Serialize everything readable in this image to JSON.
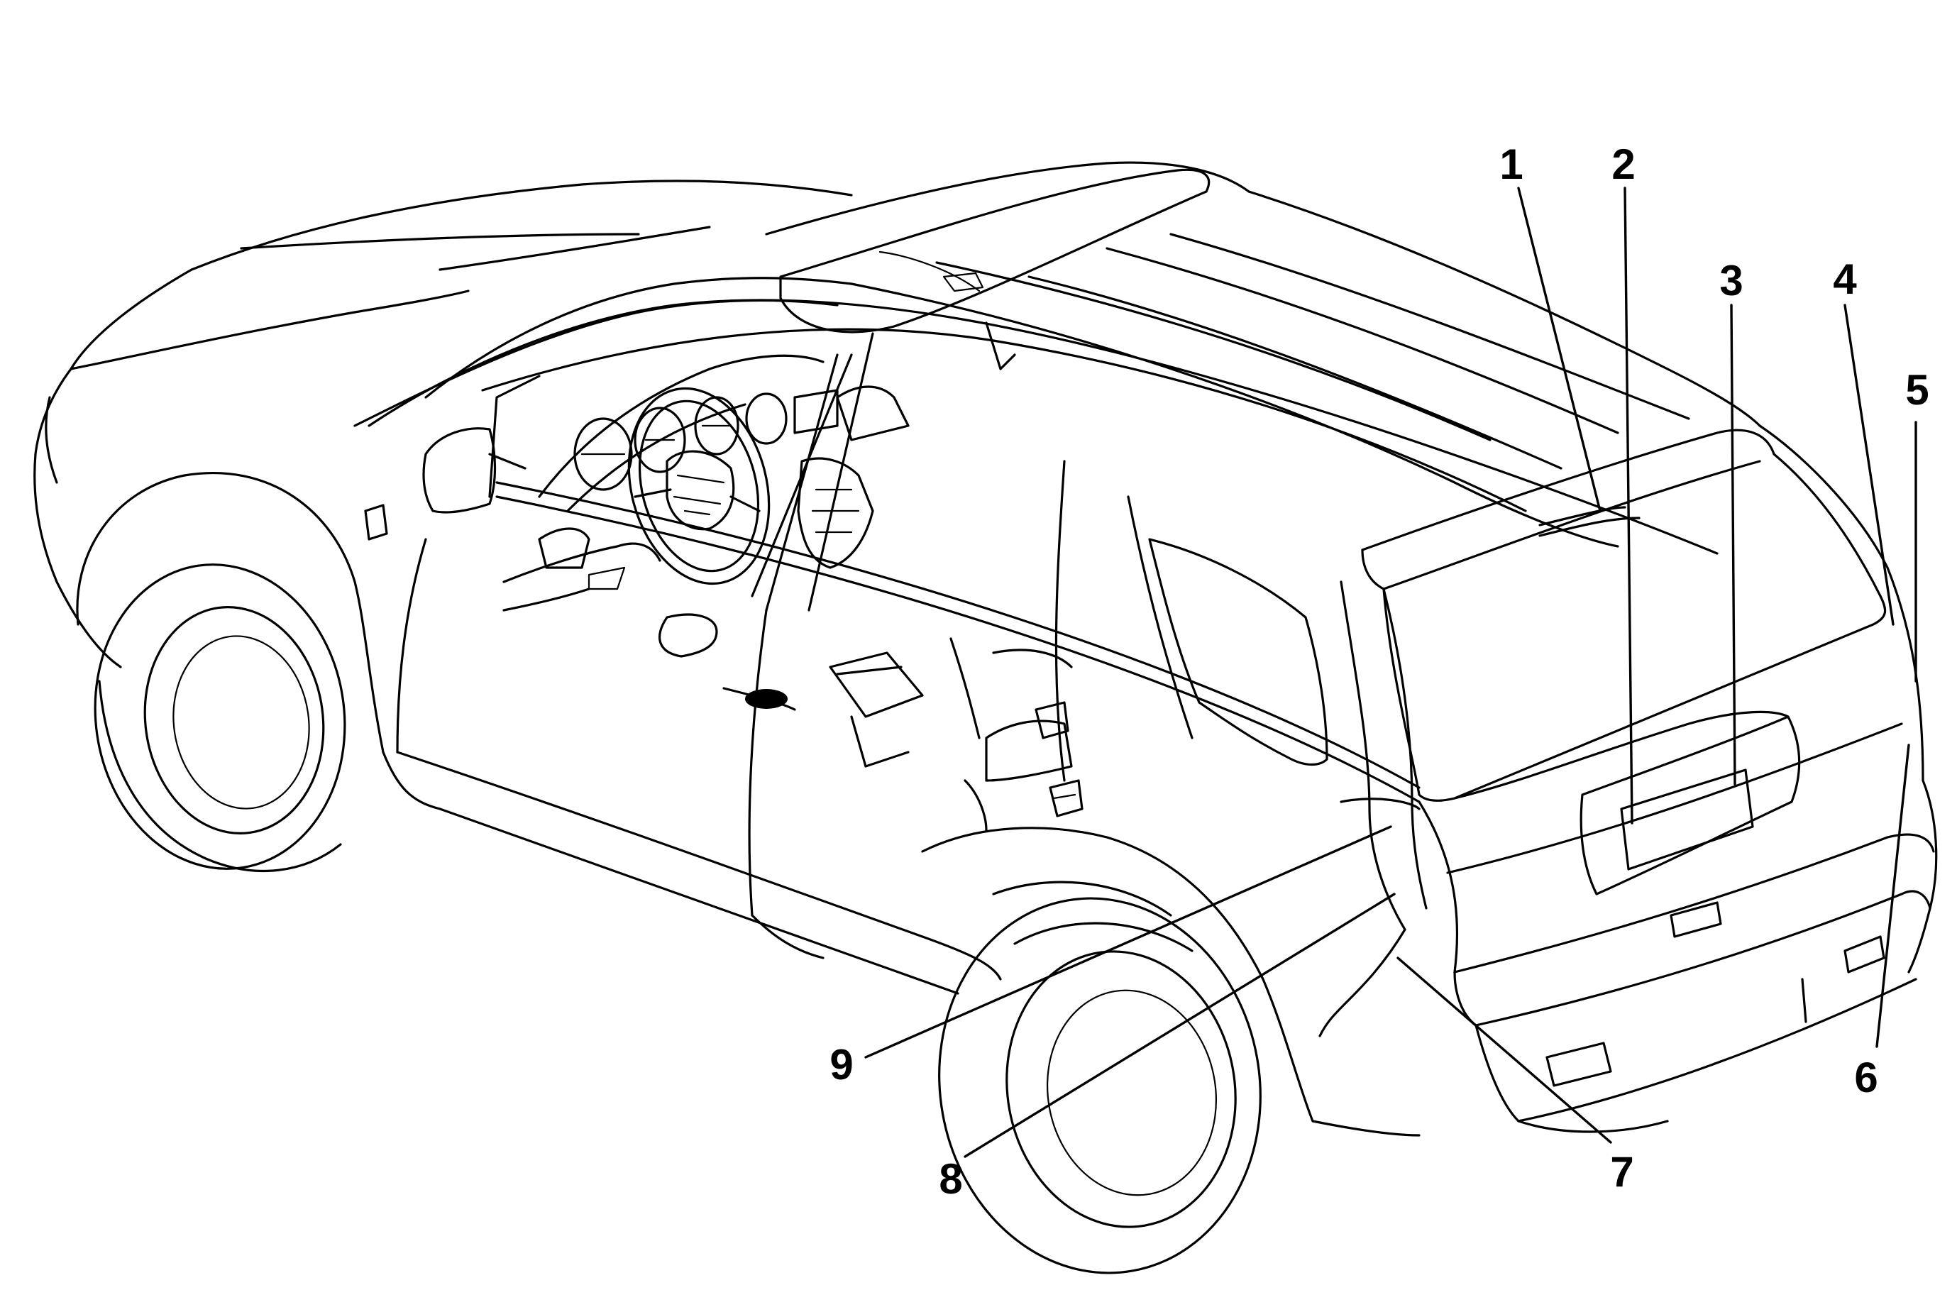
{
  "diagram": {
    "callouts": [
      {
        "id": "1",
        "label": "1"
      },
      {
        "id": "2",
        "label": "2"
      },
      {
        "id": "3",
        "label": "3"
      },
      {
        "id": "4",
        "label": "4"
      },
      {
        "id": "5",
        "label": "5"
      },
      {
        "id": "6",
        "label": "6"
      },
      {
        "id": "7",
        "label": "7"
      },
      {
        "id": "8",
        "label": "8"
      },
      {
        "id": "9",
        "label": "9"
      }
    ],
    "colors": {
      "ink": "#000000",
      "background": "#ffffff"
    }
  }
}
